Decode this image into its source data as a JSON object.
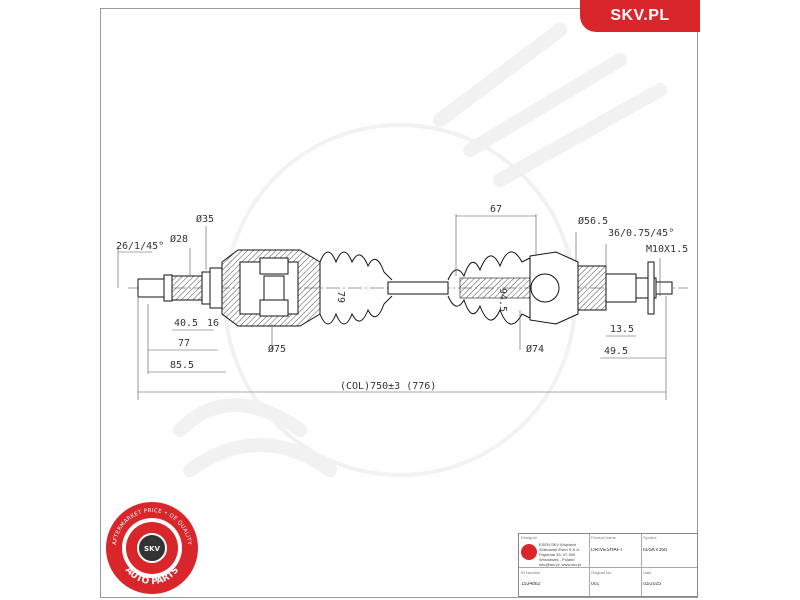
{
  "brand": {
    "label": "SKV.PL",
    "color": "#d9262b"
  },
  "dimensions": {
    "chamfer_left": "26/1/45°",
    "dia_28": "Ø28",
    "dia_35": "Ø35",
    "len_40_5": "40.5",
    "len_16": "16",
    "len_77": "77",
    "len_85_5": "85.5",
    "dia_75": "Ø75",
    "dim_79": "79",
    "dim_67": "67",
    "dia_56_5": "Ø56.5",
    "chamfer_right": "36/0.75/45°",
    "thread": "M10X1.5",
    "dim_94_5": "94.5",
    "len_13_5": "13.5",
    "dia_74": "Ø74",
    "len_49_5": "49.5",
    "overall_length": "(COL)750±3 (776)"
  },
  "title_block": {
    "designer_head": "Designer",
    "designer_text": "ESEN SKV Wojciech Ziółkowski Esen S.K.A. Papernia 33, 07-300 Wrocławek - Poland info@skv.pl, www.skv.pl",
    "product_name_head": "Product name",
    "product_name": "DRIVESHAFT",
    "symbol_head": "Symbol",
    "symbol": "60SKV368",
    "id_head": "ID Number",
    "id_number": "1534882",
    "original_head": "Original No.",
    "original_no": "001",
    "date_head": "Date",
    "date": "03/2025"
  },
  "badge": {
    "top_text": "AFTERMARKET PRICE • OE QUALITY",
    "bottom_text": "AUTO PARTS",
    "center_text": "SKV",
    "color": "#d9262b"
  }
}
